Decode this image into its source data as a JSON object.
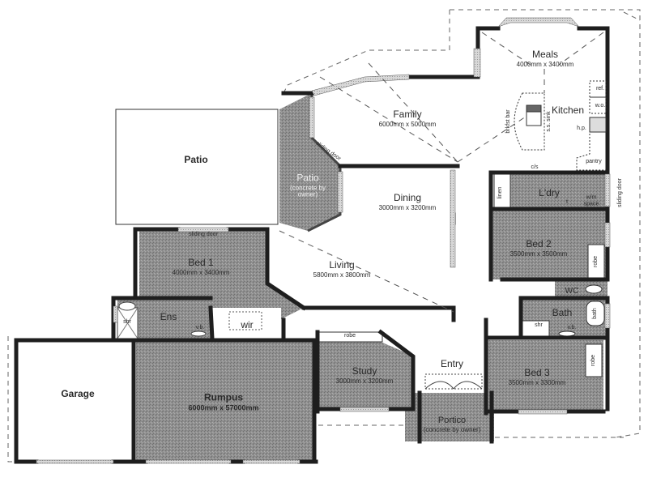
{
  "plan": {
    "rooms": [
      {
        "id": "meals",
        "name": "Meals",
        "dims": "4000mm x 3400mm"
      },
      {
        "id": "family",
        "name": "Family",
        "dims": "6000mm x 5000mm"
      },
      {
        "id": "kitchen",
        "name": "Kitchen",
        "dims": ""
      },
      {
        "id": "patio-outdoor",
        "name": "Patio",
        "dims": ""
      },
      {
        "id": "patio-concrete",
        "name": "Patio",
        "dims": "(concrete by owner)"
      },
      {
        "id": "dining",
        "name": "Dining",
        "dims": "3000mm x 3200mm"
      },
      {
        "id": "laundry",
        "name": "L'dry",
        "dims": ""
      },
      {
        "id": "bed2",
        "name": "Bed 2",
        "dims": "3500mm x 3500mm"
      },
      {
        "id": "bed1",
        "name": "Bed 1",
        "dims": "4000mm x 3400mm"
      },
      {
        "id": "living",
        "name": "Living",
        "dims": "5800mm x 3800mm"
      },
      {
        "id": "ens",
        "name": "Ens",
        "dims": ""
      },
      {
        "id": "wir",
        "name": "wir",
        "dims": ""
      },
      {
        "id": "wc",
        "name": "WC",
        "dims": ""
      },
      {
        "id": "bath",
        "name": "Bath",
        "dims": ""
      },
      {
        "id": "study",
        "name": "Study",
        "dims": "3000mm x 3200mm"
      },
      {
        "id": "entry",
        "name": "Entry",
        "dims": ""
      },
      {
        "id": "bed3",
        "name": "Bed 3",
        "dims": "3500mm x 3300mm"
      },
      {
        "id": "garage",
        "name": "Garage",
        "dims": ""
      },
      {
        "id": "rumpus",
        "name": "Rumpus",
        "dims": "6000mm x 57000mm"
      },
      {
        "id": "portico",
        "name": "Portico",
        "dims": "(concrete by owner)"
      }
    ],
    "fixtures": {
      "ref": "ref.",
      "wo": "w.o.",
      "hp": "h.p.",
      "pantry": "pantry",
      "brekkie_bar": "brkfst bar",
      "ss_sink": "s.s. sink",
      "cs": "c/s",
      "linen": "linen",
      "tub": "t",
      "wm_space": "w/m space",
      "robe_bed2": "robe",
      "robe_bed3": "robe",
      "robe_study": "robe",
      "shr_ens": "shr",
      "vb_ens": "v.b.",
      "shr_bath": "shr",
      "vb_bath": "v.b.",
      "bath_tub": "bath",
      "sliding_door_bed1": "sliding door",
      "sliding_door_patio": "sliding door",
      "sliding_door_ldry": "sliding door"
    },
    "colors": {
      "wall": "#1e1e1e",
      "shaded_floor": "#8c8c8c",
      "open_floor": "#ffffff",
      "dash": "#555555"
    }
  }
}
